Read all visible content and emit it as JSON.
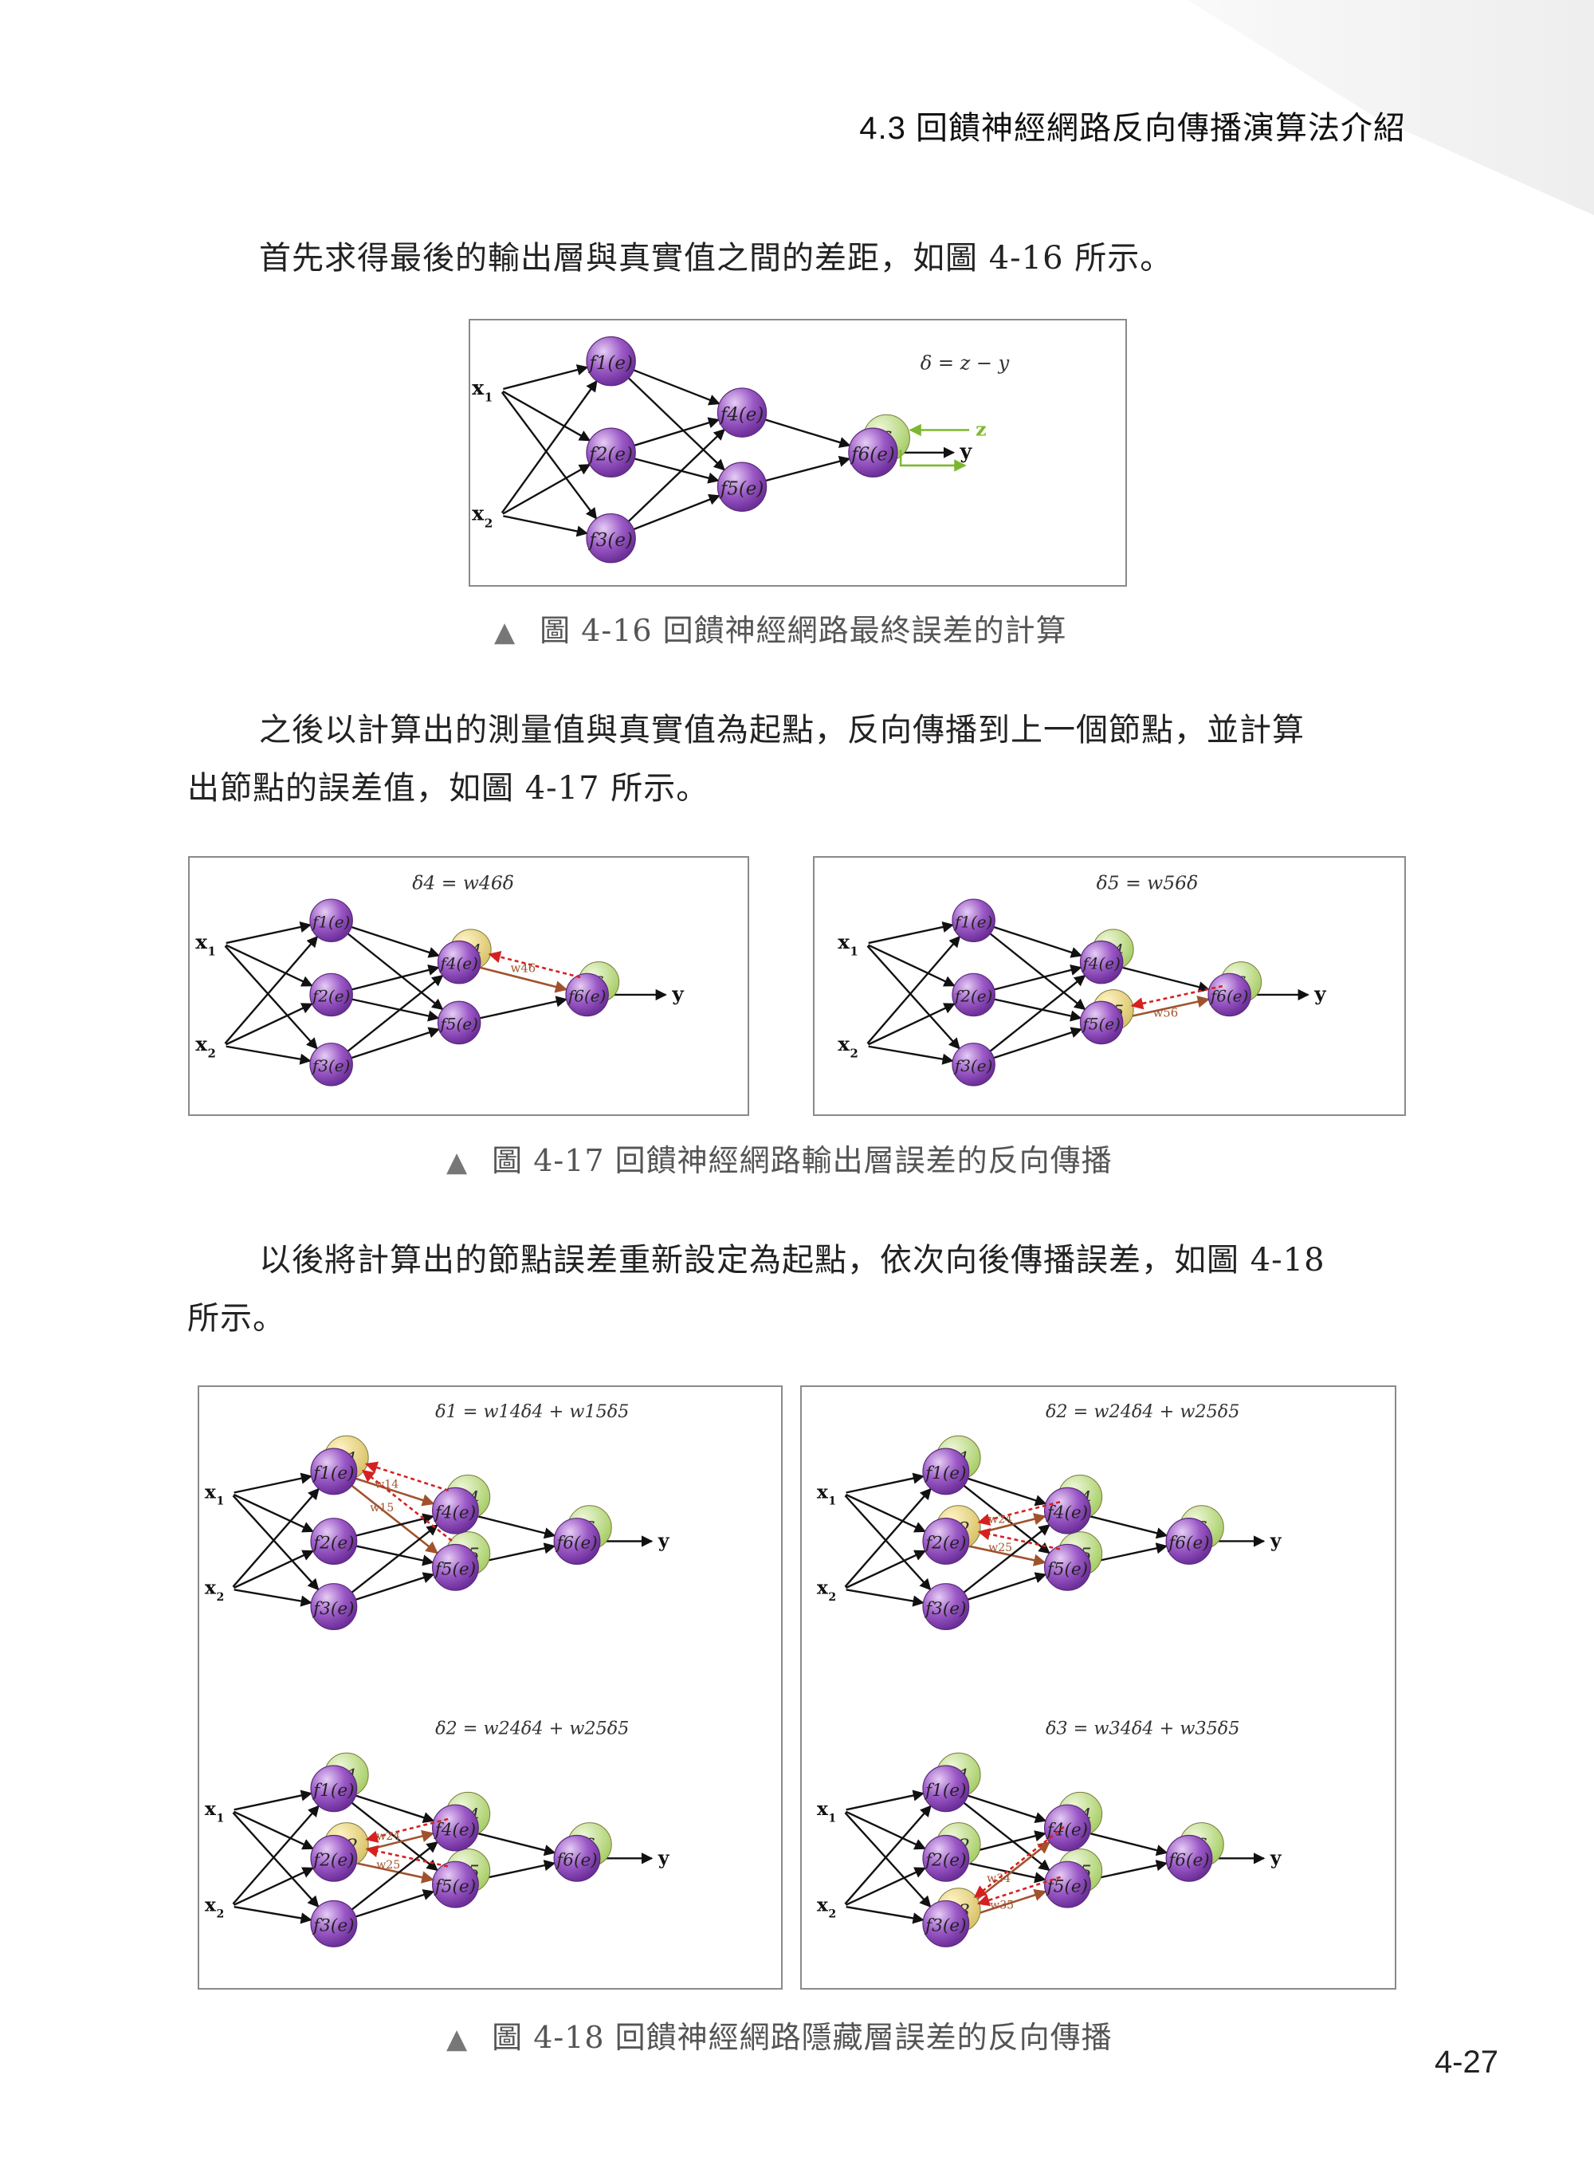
{
  "header": {
    "section": "4.3 回饋神經網路反向傳播演算法介紹"
  },
  "paragraphs": [
    "首先求得最後的輸出層與真實值之間的差距，如圖 4-16 所示。",
    "之後以計算出的測量值與真實值為起點，反向傳播到上一個節點，並計算",
    "出節點的誤差值，如圖 4-17 所示。",
    "以後將計算出的節點誤差重新設定為起點，依次向後傳播誤差，如圖 4-18",
    "所示。"
  ],
  "captions": {
    "fig16": "圖 4-16  回饋神經網路最終誤差的計算",
    "fig17": "圖 4-17  回饋神經網路輸出層誤差的反向傳播",
    "fig18": "圖 4-18  回饋神經網路隱藏層誤差的反向傳播",
    "marker": "▲"
  },
  "network": {
    "inputs": [
      "x",
      "x"
    ],
    "input_subs": [
      "1",
      "2"
    ],
    "output_label": "y",
    "target_label": "z",
    "node_labels": [
      "f1(e)",
      "f2(e)",
      "f3(e)",
      "f4(e)",
      "f5(e)",
      "f6(e)"
    ],
    "delta_labels": [
      "δ1",
      "δ2",
      "δ3",
      "δ4",
      "δ5",
      "δ"
    ]
  },
  "fig16": {
    "formula": "δ = z − y"
  },
  "fig17": [
    {
      "formula": "δ4 = w46δ",
      "weight": "w46"
    },
    {
      "formula": "δ5 = w56δ",
      "weight": "w56"
    }
  ],
  "fig18": [
    {
      "formula": "δ1 = w14δ4 + w15δ5",
      "weights": [
        "w14",
        "w15"
      ]
    },
    {
      "formula": "δ2 = w24δ4 + w25δ5",
      "weights": [
        "w24",
        "w25"
      ]
    },
    {
      "formula": "δ2 = w24δ4 + w25δ5",
      "weights": [
        "w24",
        "w25"
      ]
    },
    {
      "formula": "δ3 = w34δ4 + w35δ5",
      "weights": [
        "w34",
        "w35"
      ]
    }
  ],
  "page_number": "4-27",
  "colors": {
    "node_purple": "#9b59c6",
    "node_yellow": "#d9c46a",
    "node_green": "#a9cf6a",
    "arrow_brown": "#a0522d",
    "arrow_red": "#d62020",
    "arrow_green": "#7cb82f"
  }
}
